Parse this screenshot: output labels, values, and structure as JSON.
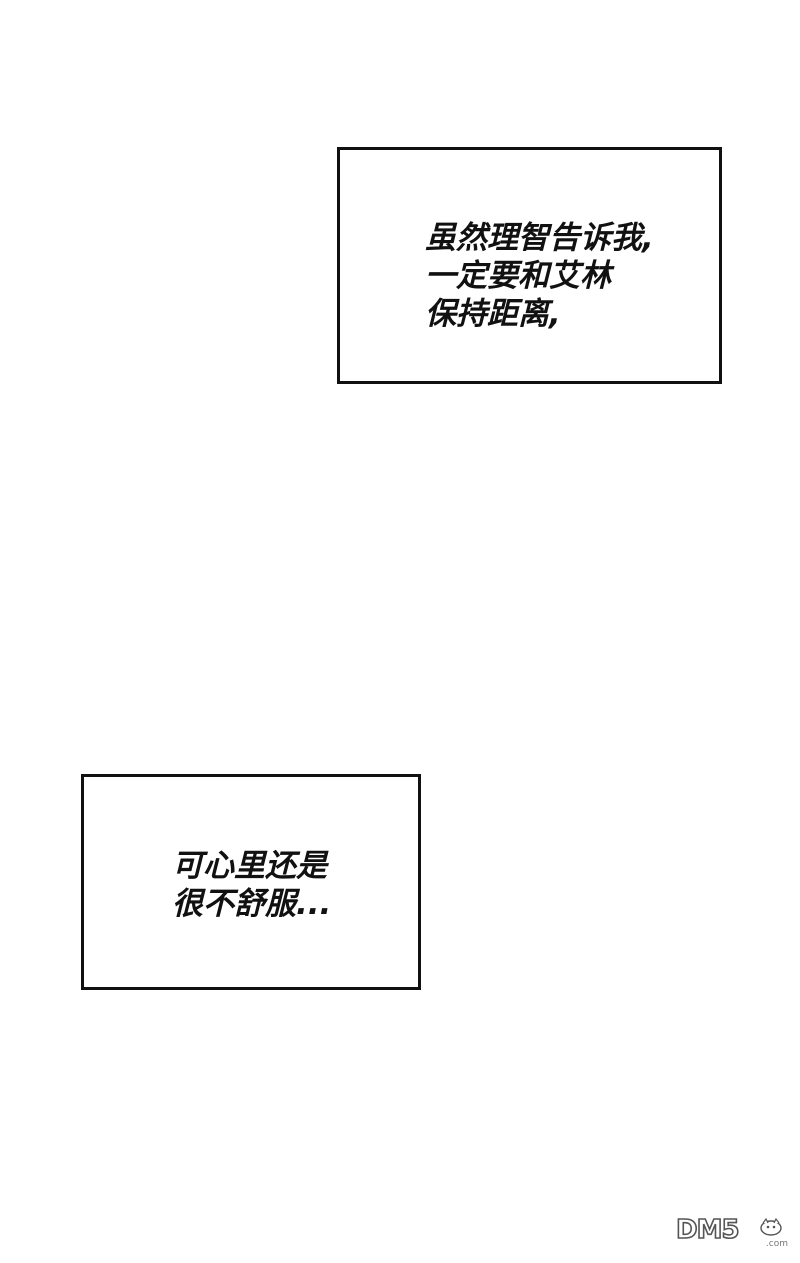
{
  "captions": [
    {
      "lines": [
        "虽然理智告诉我,",
        "一定要和艾林",
        "保持距离,"
      ]
    },
    {
      "lines": [
        "可心里还是",
        "很不舒服..."
      ]
    }
  ],
  "watermark": {
    "logo_text": "DM5",
    "domain_text": ".com",
    "colors": {
      "outline": "#555555",
      "fill": "#ffffff"
    }
  },
  "colors": {
    "background": "#ffffff",
    "border": "#111111",
    "text": "#111111"
  }
}
